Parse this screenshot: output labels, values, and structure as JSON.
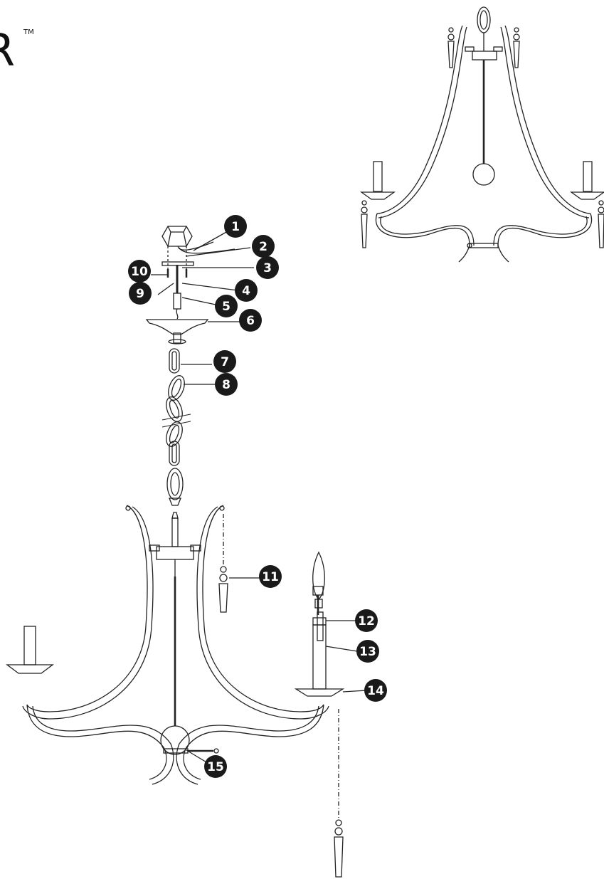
{
  "logo": {
    "mark": "R",
    "trademark": "TM"
  },
  "callouts": [
    {
      "number": "1"
    },
    {
      "number": "2"
    },
    {
      "number": "3"
    },
    {
      "number": "4"
    },
    {
      "number": "5"
    },
    {
      "number": "6"
    },
    {
      "number": "7"
    },
    {
      "number": "8"
    },
    {
      "number": "9"
    },
    {
      "number": "10"
    },
    {
      "number": "11"
    },
    {
      "number": "12"
    },
    {
      "number": "13"
    },
    {
      "number": "14"
    },
    {
      "number": "15"
    }
  ],
  "colors": {
    "line": "#222222",
    "callout_fill": "#1a1a1a",
    "background": "#ffffff"
  }
}
